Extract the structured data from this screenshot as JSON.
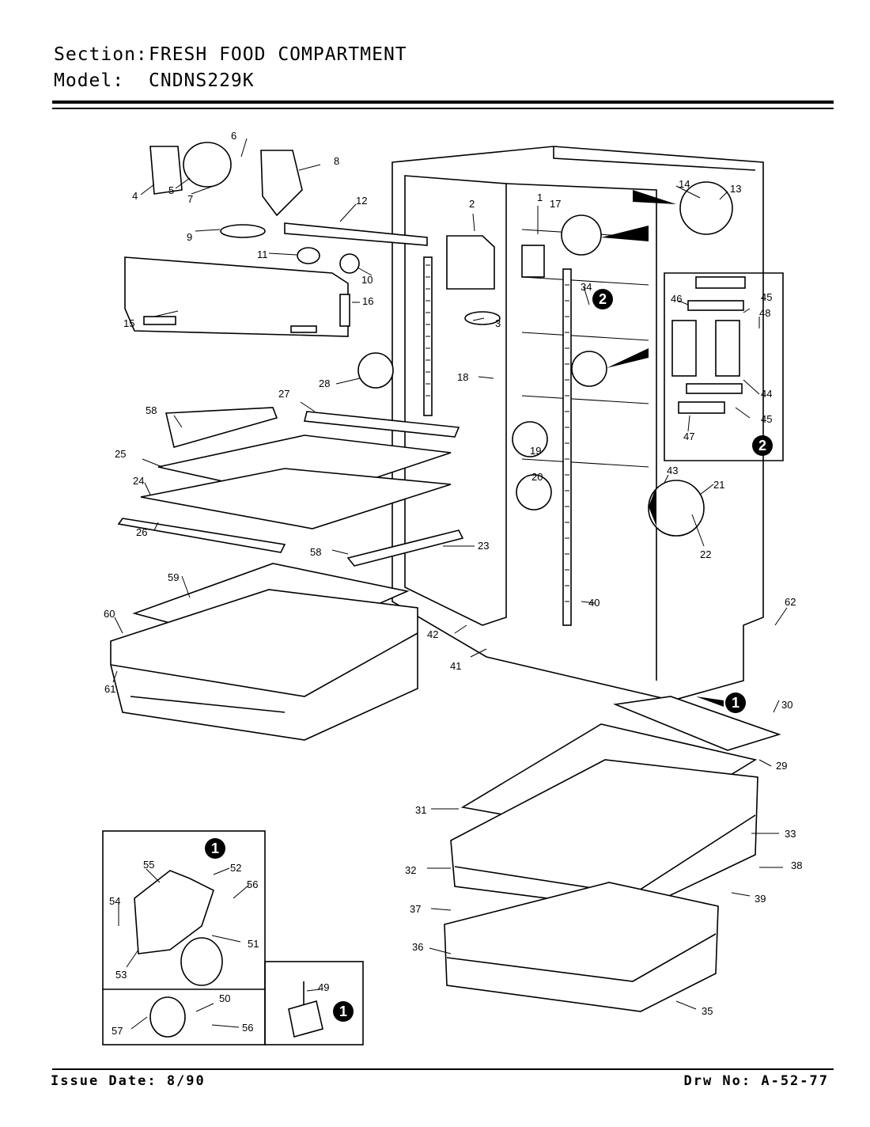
{
  "header": {
    "section_label": "Section:",
    "section_value": "FRESH FOOD COMPARTMENT",
    "model_label": "Model:",
    "model_value": "CNDNS229K"
  },
  "footer": {
    "issue_date": "Issue Date: 8/90",
    "drawing_no": "Drw No: A-52-77"
  },
  "callouts": [
    "1",
    "2",
    "3",
    "4",
    "5",
    "6",
    "7",
    "8",
    "9",
    "10",
    "11",
    "12",
    "13",
    "14",
    "15",
    "16",
    "17",
    "18",
    "19",
    "20",
    "21",
    "22",
    "23",
    "24",
    "25",
    "26",
    "27",
    "28",
    "29",
    "30",
    "31",
    "32",
    "33",
    "34",
    "35",
    "36",
    "37",
    "38",
    "39",
    "40",
    "41",
    "42",
    "43",
    "44",
    "45",
    "46",
    "47",
    "48",
    "49",
    "50",
    "51",
    "52",
    "53",
    "54",
    "55",
    "56",
    "57",
    "58",
    "59",
    "60",
    "61",
    "62"
  ],
  "detail_badges": [
    "1",
    "2"
  ]
}
